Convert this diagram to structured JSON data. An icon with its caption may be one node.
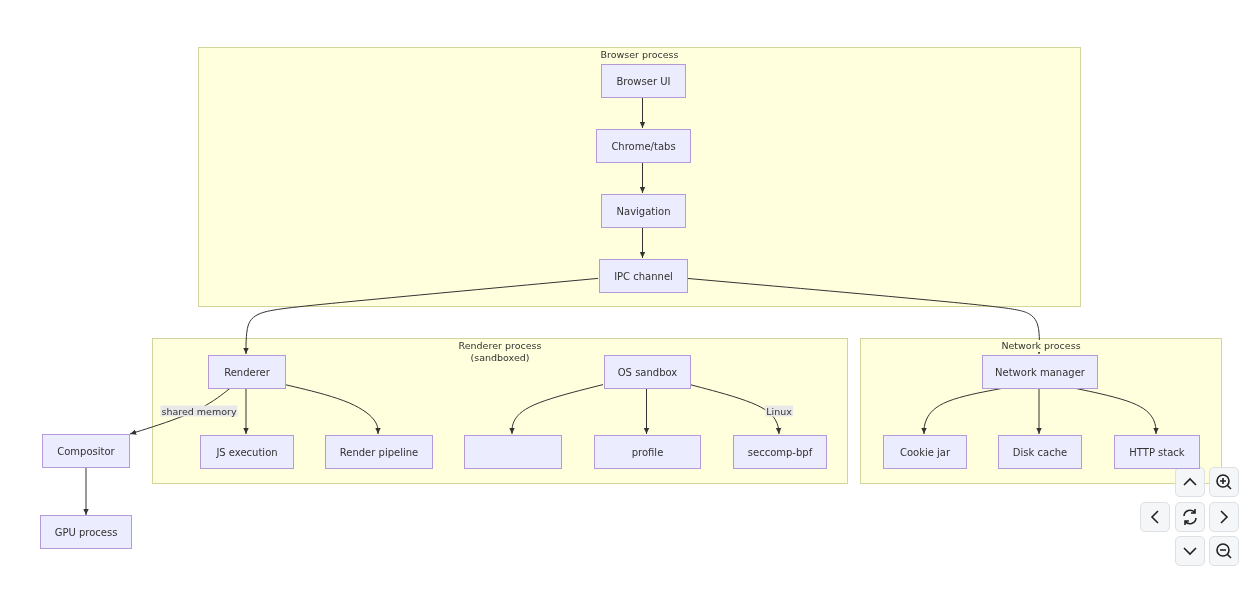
{
  "diagram": {
    "nodes": [
      {
        "text": [
          "Browser process"
        ]
      },
      {
        "text": [
          "Browser UI"
        ],
        "in": 0
      },
      {
        "text": [
          "Chrome/tabs"
        ],
        "in": 0
      },
      {
        "text": [
          "Navigation"
        ],
        "in": 0
      },
      {
        "text": [
          "IPC channel"
        ],
        "in": 0
      },
      {
        "text": [
          "Renderer process (sandboxed)"
        ]
      },
      {
        "text": [
          "Renderer"
        ],
        "in": 5
      },
      {
        "text": [
          "JS execution"
        ],
        "in": 5
      },
      {
        "text": [
          "Render pipeline"
        ],
        "in": 5
      },
      {
        "text": [
          "OS sandbox"
        ],
        "in": 5
      },
      {
        "text": [],
        "shape": "box",
        "in": 5
      },
      {
        "text": [
          "profile"
        ],
        "in": 5
      },
      {
        "text": [
          "seccomp-bpf"
        ],
        "in": 5
      },
      {
        "text": [
          "Network process"
        ]
      },
      {
        "text": [
          "Network manager"
        ],
        "in": 13
      },
      {
        "text": [
          "Cookie jar"
        ],
        "in": 13
      },
      {
        "text": [
          "Disk cache"
        ],
        "in": 13
      },
      {
        "text": [
          "HTTP stack"
        ],
        "in": 13
      },
      {
        "text": [
          "Compositor"
        ]
      },
      {
        "text": [
          "GPU process"
        ]
      }
    ],
    "edges": [
      {
        "from": 1,
        "to": 2,
        "arrow": "to"
      },
      {
        "from": 2,
        "to": 3,
        "arrow": "to"
      },
      {
        "from": 3,
        "to": 4,
        "arrow": "to"
      },
      {
        "from": 4,
        "to": 6,
        "arrow": "to"
      },
      {
        "from": 4,
        "to": 14,
        "arrow": "to"
      },
      {
        "from": 6,
        "to": 18,
        "arrow": "to",
        "label": "shared memory"
      },
      {
        "from": 6,
        "to": 7,
        "arrow": "to"
      },
      {
        "from": 6,
        "to": 8,
        "arrow": "to"
      },
      {
        "from": 9,
        "to": 10,
        "arrow": "to"
      },
      {
        "from": 9,
        "to": 11,
        "arrow": "to"
      },
      {
        "from": 9,
        "to": 12,
        "arrow": "to",
        "label": "Linux"
      },
      {
        "from": 14,
        "to": 15,
        "arrow": "to"
      },
      {
        "from": 14,
        "to": 16,
        "arrow": "to"
      },
      {
        "from": 14,
        "to": 17,
        "arrow": "to"
      },
      {
        "from": 18,
        "to": 19,
        "arrow": "to"
      }
    ]
  }
}
